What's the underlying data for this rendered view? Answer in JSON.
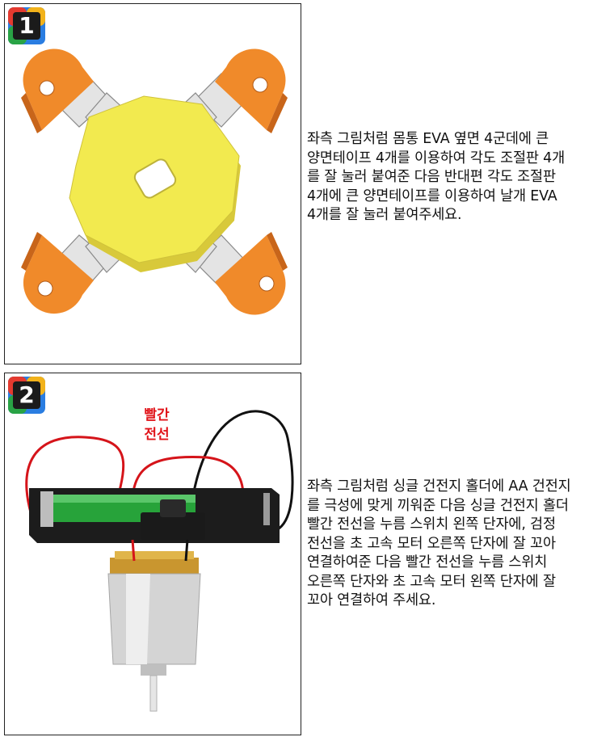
{
  "steps": [
    {
      "number": "1",
      "text": "좌측 그림처럼 몸통 EVA 옆면 4군데에 큰\n양면테이프 4개를 이용하여 각도 조절판 4개\n를 잘 눌러 붙여준 다음 반대편 각도 조절판\n4개에 큰 양면테이프를 이용하여 날개 EVA\n4개를 잘 눌러 붙여주세요."
    },
    {
      "number": "2",
      "callout": "빨간\n전선",
      "text": "좌측 그림처럼 싱글 건전지 홀더에 AA 건전지\n를 극성에 맞게 끼워준 다음 싱글 건전지 홀더\n빨간 전선을 누름 스위치 왼쪽 단자에, 검정\n전선을 초 고속 모터 오른쪽 단자에 잘 꼬아\n연결하여준 다음 빨간 전선을 누름 스위치\n오른쪽 단자와 초 고속 모터 왼쪽 단자에 잘\n꼬아 연결하여 주세요."
    }
  ],
  "colors": {
    "accent_red": "#e1141a",
    "body_yellow": "#f2ea4f",
    "wing_orange": "#f08a2a",
    "battery_green": "#27a33a"
  }
}
